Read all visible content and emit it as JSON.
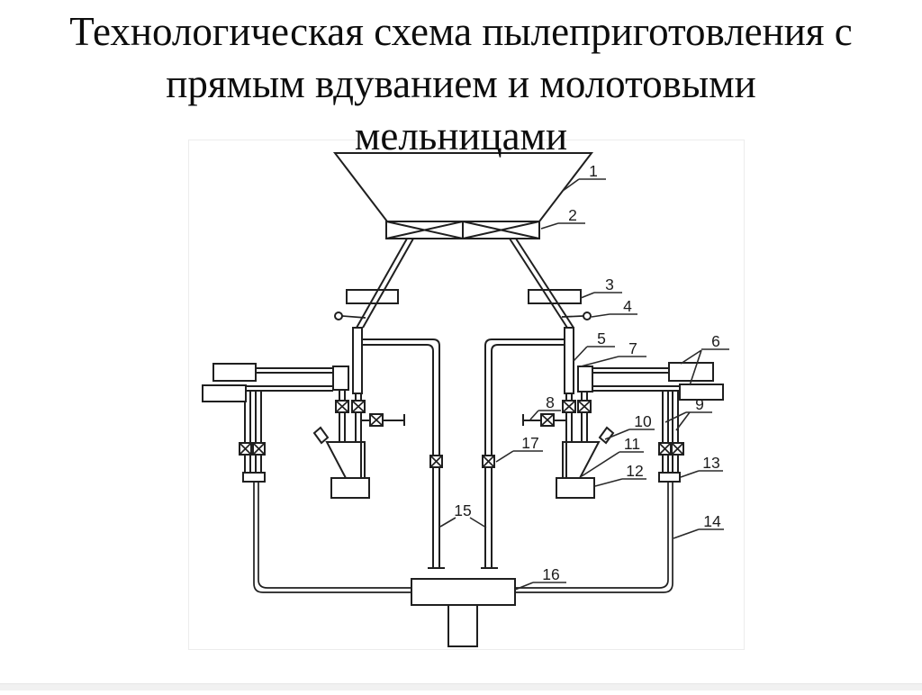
{
  "title": {
    "lines": [
      "Технологическая схема пылеприготовления с",
      "прямым вдуванием и молотовыми",
      "мельницами"
    ]
  },
  "diagram": {
    "labels": {
      "l1": "1",
      "l2": "2",
      "l3": "3",
      "l4": "4",
      "l5": "5",
      "l6": "6",
      "l7": "7",
      "l8": "8",
      "l9": "9",
      "l10": "10",
      "l11": "11",
      "l12": "12",
      "l13": "13",
      "l14": "14",
      "l15": "15",
      "l16": "16",
      "l17": "17"
    }
  }
}
